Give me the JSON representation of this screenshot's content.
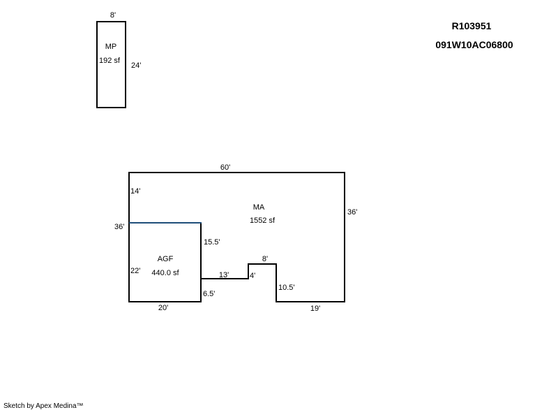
{
  "header": {
    "parcel_id": "R103951",
    "map_number": "091W10AC06800"
  },
  "areas": {
    "mp": {
      "code": "MP",
      "area": "192 sf"
    },
    "ma": {
      "code": "MA",
      "area": "1552 sf"
    },
    "agf": {
      "code": "AGF",
      "area": "440.0 sf"
    }
  },
  "dimensions": {
    "mp_width": "8'",
    "mp_height": "24'",
    "ma_top": "60'",
    "ma_left_total": "36'",
    "ma_left_upper": "14'",
    "ma_right": "36'",
    "agf_right_upper": "15.5'",
    "agf_left": "22'",
    "agf_bottom": "20'",
    "agf_right_lower": "6.5'",
    "notch_run": "13'",
    "notch_rise": "4'",
    "notch_top": "8'",
    "notch_drop": "10.5'",
    "bottom_right": "19'"
  },
  "footer": {
    "credit": "Sketch by Apex Medina™"
  },
  "colors": {
    "outline": "#000000",
    "agf_top_edge": "#1f4e79"
  }
}
